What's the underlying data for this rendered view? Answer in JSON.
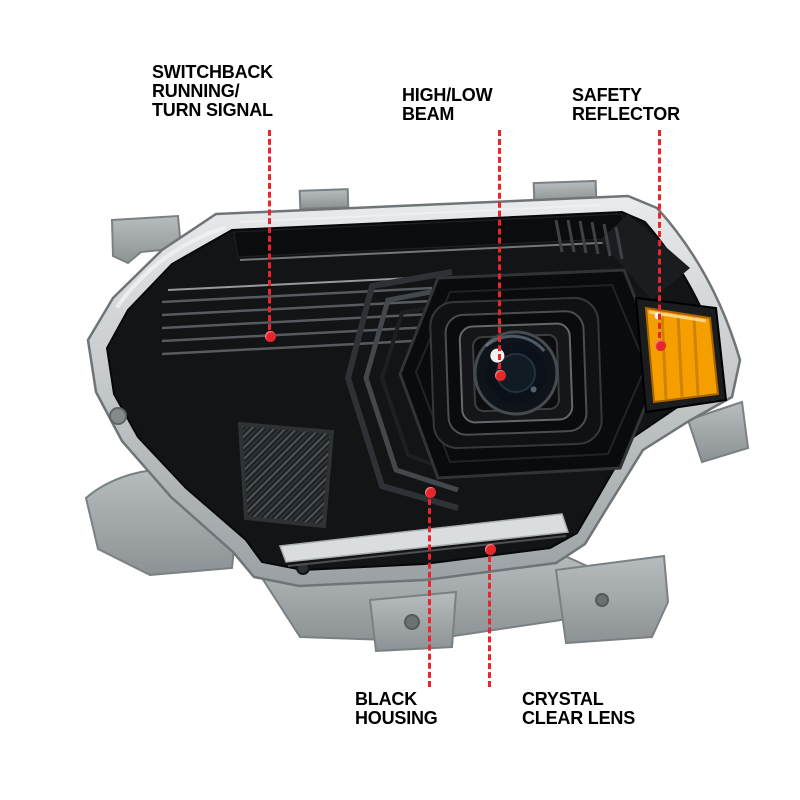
{
  "page": {
    "background": "#ffffff"
  },
  "colors": {
    "accent_red": "#e8252a",
    "reflector_amber": "#f59e00",
    "housing_black": "#121416",
    "lens_rim_gray": "#c9cdcf",
    "bracket_gray": "#a3a8ab",
    "background": "#ffffff"
  },
  "illustration": {
    "subject": "projector-headlight-assembly",
    "parts": [
      "switchback-drl-strip",
      "projector-lens",
      "amber-side-reflector",
      "black-housing",
      "clear-outer-lens",
      "mounting-brackets",
      "vent-grille"
    ]
  },
  "callouts": [
    {
      "id": "switchback-running-turn-signal",
      "lines": [
        "SWITCHBACK",
        "RUNNING/",
        "TURN SIGNAL"
      ]
    },
    {
      "id": "high-low-beam",
      "lines": [
        "HIGH/LOW",
        "BEAM"
      ]
    },
    {
      "id": "safety-reflector",
      "lines": [
        "SAFETY",
        "REFLECTOR"
      ]
    },
    {
      "id": "black-housing",
      "lines": [
        "BLACK",
        "HOUSING"
      ]
    },
    {
      "id": "crystal-clear-lens",
      "lines": [
        "CRYSTAL",
        "CLEAR LENS"
      ]
    }
  ]
}
